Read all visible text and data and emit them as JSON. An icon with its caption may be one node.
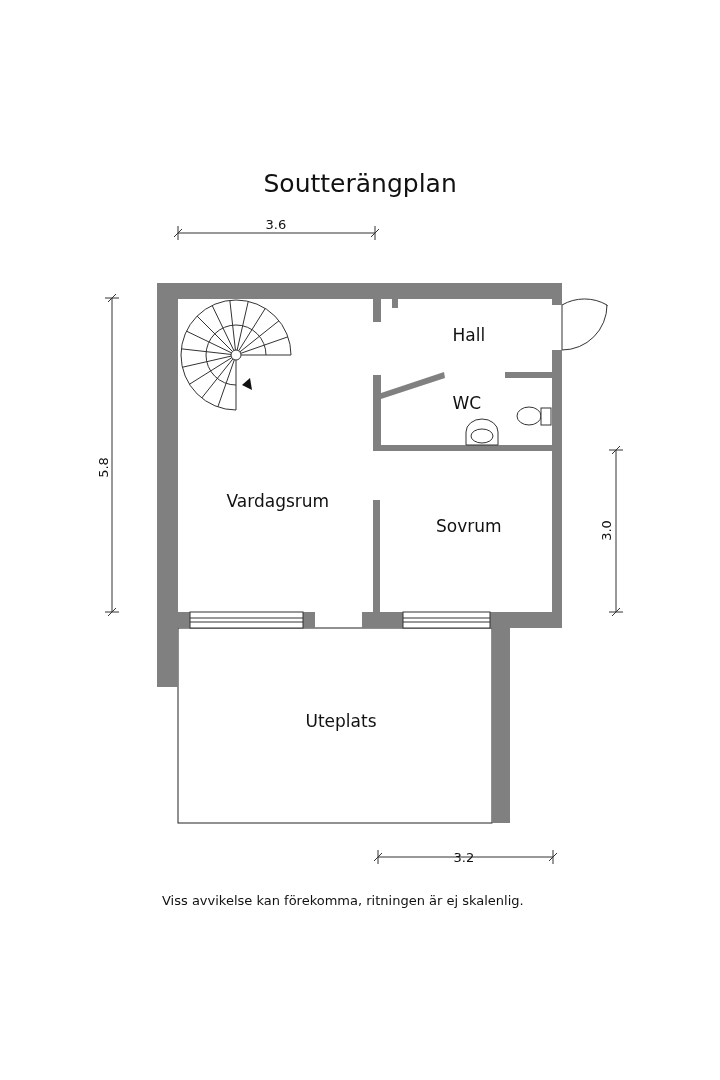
{
  "diagram": {
    "title": "Soutterängplan",
    "caption": "Viss avvikelse kan förekomma, ritningen är ej skalenlig.",
    "labels": [
      "3.6",
      "Hall",
      "WC",
      "5.8",
      "Vardagsrum",
      "Sovrum",
      "3.0",
      "Uteplats",
      "3.2"
    ]
  }
}
